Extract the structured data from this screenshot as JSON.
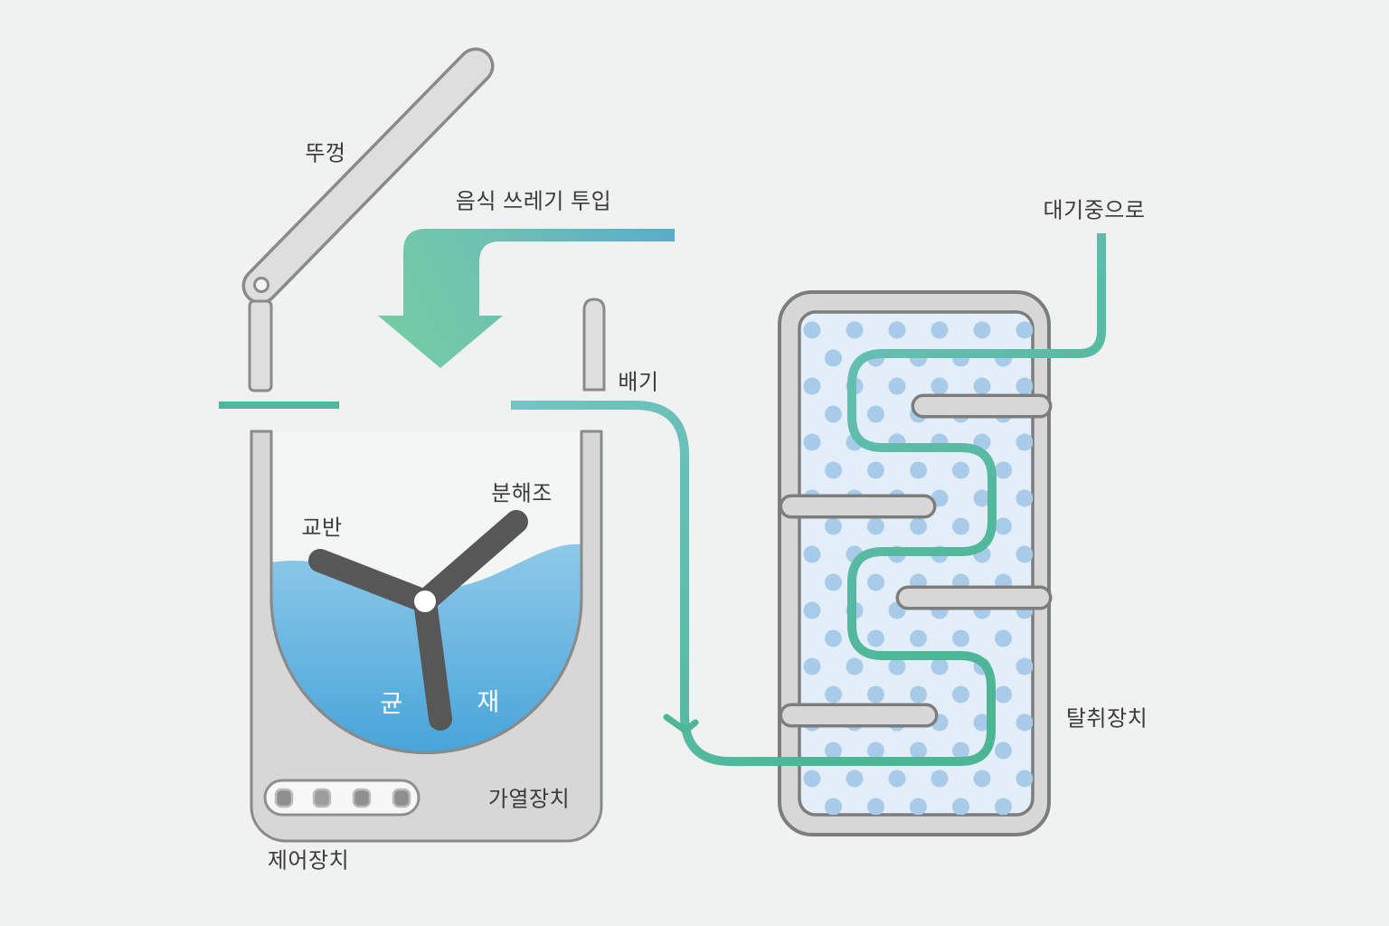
{
  "title": "food-waste-processor-diagram",
  "machine": {
    "lid_label": "뚜껑",
    "input_label": "음식 쓰레기 투입",
    "exhaust_label": "배기",
    "tank_label": "분해조",
    "stirrer_label": "교반",
    "microbe_label": "균",
    "ash_label": "재",
    "heater_label": "가열장치",
    "controller_label": "제어장치",
    "button_count": "4"
  },
  "deodorizer": {
    "label": "탈취장치",
    "atmosphere_label": "대기중으로"
  },
  "colors": {
    "background": "#f0f1f1",
    "machine_gray": "#d7d7d7",
    "light_gray": "#dedede",
    "outline_gray": "#8a8a8a",
    "cavity_white": "#f4f6f6",
    "liquid_top": "#8fc9e9",
    "liquid_bottom": "#47a4d9",
    "stirrer_dark": "#575757",
    "tube_teal": "#74c4c5",
    "tube_green": "#4db695",
    "accent_green": "#4fb89a",
    "arrow_blue": "#59adc9",
    "arrow_green": "#74cba4",
    "deodorizer_inner": "#e3eef8",
    "dot_blue": "#a7cbe9",
    "label_text": "#3b3b3b"
  }
}
